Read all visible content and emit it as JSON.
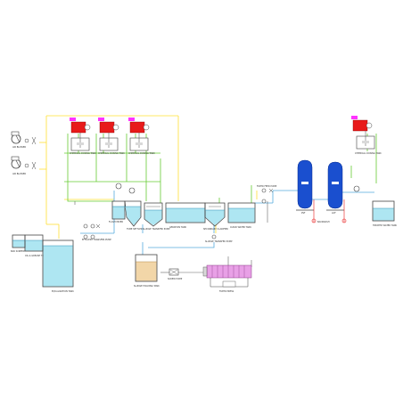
{
  "labels": {
    "blower1": "AIR BLOWER",
    "blower2": "AIR BLOWER",
    "chem1": "CHEMICAL DOSING TANK",
    "chem2": "CHEMICAL DOSING TANK",
    "chem3": "CHEMICAL DOSING TANK",
    "chem4": "CHEMICAL DOSING TANK",
    "bar_screen": "BAR SCREEN",
    "oil_grease": "OIL & GREASE TRAP",
    "equalization": "EQUALIZATION TANK",
    "effluent_pump": "EFFLUENT TRANSFER PUMP",
    "flash_mixer": "FLASH MIXER",
    "tube_settler": "TUBE SETTLER",
    "aeration": "AERATION TANK",
    "secondary_clarifier": "SECONDARY CLARIFIER",
    "clear_water_tank": "CLEAR WATER TANK",
    "filter_feed_pump": "FILTER FEED PUMP",
    "psf": "PSF",
    "acf": "ACF",
    "backwash": "BACKWASH",
    "treated_tank": "TREATED WATER TANK",
    "sludge_pump_1": "SLUDGE TRANSFER PUMP",
    "sludge_pump_2": "SLUDGE TRANSFER PUMP",
    "sludge_holding": "SLUDGE HOLDING TANK",
    "screw_pump": "SCREW PUMP",
    "filter_press": "FILTER PRESS"
  },
  "colors": {
    "pipe_green": "#66cc33",
    "pipe_yellow": "#ffe033",
    "pipe_blue": "#55aadd",
    "water": "#aee6f2",
    "vessel_blue": "#1a4fcf",
    "dosing_red": "#e81a1a",
    "filter_press_pink": "#e8a0e6",
    "sludge_tan": "#f2d6a8",
    "magenta_marker": "#ff33ff"
  },
  "icons": [
    "air-blower-icon",
    "pump-icon",
    "valve-icon",
    "pressure-gauge-icon",
    "agitator-icon"
  ]
}
